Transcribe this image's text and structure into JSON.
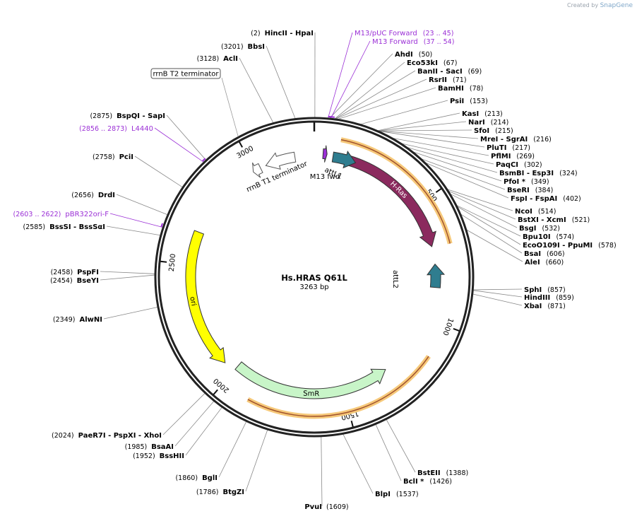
{
  "credit": {
    "prefix": "Created by",
    "brand": "SnapGene"
  },
  "plasmid": {
    "name": "Hs.HRAS Q61L",
    "length": "3263 bp"
  },
  "ticks": [
    {
      "bp": 500,
      "label": "500"
    },
    {
      "bp": 1000,
      "label": "1000"
    },
    {
      "bp": 1500,
      "label": "1500"
    },
    {
      "bp": 2000,
      "label": "2000"
    },
    {
      "bp": 2500,
      "label": "2500"
    },
    {
      "bp": 3000,
      "label": "3000"
    }
  ],
  "features": [
    {
      "name": "H-Ras",
      "start": 115,
      "end": 684,
      "dir": 1,
      "color": "#8b2a5e",
      "label_color": "#ffffff"
    },
    {
      "name": "attL1",
      "start": 80,
      "end": 180,
      "dir": 1,
      "color": "#2f7d8f",
      "label_color": "#000000"
    },
    {
      "name": "attL2",
      "start": 760,
      "end": 860,
      "dir": -1,
      "color": "#2f7d8f",
      "label_color": "#000000"
    },
    {
      "name": "M13 fwd",
      "start": 37,
      "end": 54,
      "dir": 1,
      "color": "#9b30d6",
      "label_color": "#000000"
    },
    {
      "name": "rrnB T1 terminator",
      "start": 3050,
      "end": 3180,
      "dir": -1,
      "color": "#ffffff",
      "label_color": "#000000"
    },
    {
      "name": "rrnB T2 terminator",
      "start": 2990,
      "end": 3025,
      "dir": -1,
      "color": "#ffffff",
      "label_color": "#000000"
    },
    {
      "name": "SmR",
      "start": 1290,
      "end": 2000,
      "dir": -1,
      "color": "#c8f5c8",
      "label_color": "#000000"
    },
    {
      "name": "ori",
      "start": 2050,
      "end": 2640,
      "dir": -1,
      "color": "#ffff00",
      "label_color": "#000000"
    }
  ],
  "sites": [
    {
      "bp": 2,
      "names": [
        "HincII",
        "HpaI"
      ],
      "pos": "(2)",
      "purple": false
    },
    {
      "bp": 3201,
      "names": [
        "BbsI"
      ],
      "pos": "(3201)",
      "purple": false
    },
    {
      "bp": 3128,
      "names": [
        "AclI"
      ],
      "pos": "(3128)",
      "purple": false
    },
    {
      "bp": 2875,
      "names": [
        "BspQI",
        "SapI"
      ],
      "pos": "(2875)",
      "purple": false
    },
    {
      "bp": 2865,
      "names": [
        "L4440"
      ],
      "pos": "(2856 .. 2873)",
      "purple": true
    },
    {
      "bp": 2758,
      "names": [
        "PciI"
      ],
      "pos": "(2758)",
      "purple": false
    },
    {
      "bp": 2656,
      "names": [
        "DrdI"
      ],
      "pos": "(2656)",
      "purple": false
    },
    {
      "bp": 2612,
      "names": [
        "pBR322ori-F"
      ],
      "pos": "(2603 .. 2622)",
      "purple": true
    },
    {
      "bp": 2585,
      "names": [
        "BssSI",
        "BssSαI"
      ],
      "pos": "(2585)",
      "purple": false
    },
    {
      "bp": 2458,
      "names": [
        "PspFI"
      ],
      "pos": "(2458)",
      "purple": false
    },
    {
      "bp": 2454,
      "names": [
        "BseYI"
      ],
      "pos": "(2454)",
      "purple": false
    },
    {
      "bp": 2349,
      "names": [
        "AlwNI"
      ],
      "pos": "(2349)",
      "purple": false
    },
    {
      "bp": 2024,
      "names": [
        "PaeR7I",
        "PspXI",
        "XhoI"
      ],
      "pos": "(2024)",
      "purple": false
    },
    {
      "bp": 1985,
      "names": [
        "BsaAI"
      ],
      "pos": "(1985)",
      "purple": false
    },
    {
      "bp": 1952,
      "names": [
        "BssHII"
      ],
      "pos": "(1952)",
      "purple": false
    },
    {
      "bp": 1860,
      "names": [
        "BglI"
      ],
      "pos": "(1860)",
      "purple": false
    },
    {
      "bp": 1786,
      "names": [
        "BtgZI"
      ],
      "pos": "(1786)",
      "purple": false
    },
    {
      "bp": 1609,
      "names": [
        "PvuI"
      ],
      "pos": "(1609)",
      "purple": false
    },
    {
      "bp": 1537,
      "names": [
        "BlpI"
      ],
      "pos": "(1537)",
      "purple": false
    },
    {
      "bp": 1426,
      "names": [
        "BclI *"
      ],
      "pos": "(1426)",
      "purple": false
    },
    {
      "bp": 1388,
      "names": [
        "BstEII"
      ],
      "pos": "(1388)",
      "purple": false
    },
    {
      "bp": 871,
      "names": [
        "XbaI"
      ],
      "pos": "(871)",
      "purple": false
    },
    {
      "bp": 859,
      "names": [
        "HindIII"
      ],
      "pos": "(859)",
      "purple": false
    },
    {
      "bp": 857,
      "names": [
        "SphI"
      ],
      "pos": "(857)",
      "purple": false
    },
    {
      "bp": 660,
      "names": [
        "AleI"
      ],
      "pos": "(660)",
      "purple": false
    },
    {
      "bp": 578,
      "names": [
        "EcoO109I",
        "PpuMI"
      ],
      "pos": "(578)",
      "purple": false
    },
    {
      "bp": 574,
      "names": [
        "Bpu10I"
      ],
      "pos": "(574)",
      "purple": false
    },
    {
      "bp": 606,
      "names": [
        "BsaI"
      ],
      "pos": "(606)",
      "purple": false
    },
    {
      "bp": 532,
      "names": [
        "BsgI"
      ],
      "pos": "(532)",
      "purple": false
    },
    {
      "bp": 521,
      "names": [
        "BstXI",
        "XcmI"
      ],
      "pos": "(521)",
      "purple": false
    },
    {
      "bp": 514,
      "names": [
        "NcoI"
      ],
      "pos": "(514)",
      "purple": false
    },
    {
      "bp": 402,
      "names": [
        "FspI",
        "FspAI"
      ],
      "pos": "(402)",
      "purple": false
    },
    {
      "bp": 384,
      "names": [
        "BseRI"
      ],
      "pos": "(384)",
      "purple": false
    },
    {
      "bp": 349,
      "names": [
        "PfoI *"
      ],
      "pos": "(349)",
      "purple": false
    },
    {
      "bp": 324,
      "names": [
        "BsmBI",
        "Esp3I"
      ],
      "pos": "(324)",
      "purple": false
    },
    {
      "bp": 302,
      "names": [
        "PaqCI"
      ],
      "pos": "(302)",
      "purple": false
    },
    {
      "bp": 269,
      "names": [
        "PflMI"
      ],
      "pos": "(269)",
      "purple": false
    },
    {
      "bp": 217,
      "names": [
        "PluTI"
      ],
      "pos": "(217)",
      "purple": false
    },
    {
      "bp": 216,
      "names": [
        "MreI",
        "SgrAI"
      ],
      "pos": "(216)",
      "purple": false
    },
    {
      "bp": 215,
      "names": [
        "SfoI"
      ],
      "pos": "(215)",
      "purple": false
    },
    {
      "bp": 214,
      "names": [
        "NarI"
      ],
      "pos": "(214)",
      "purple": false
    },
    {
      "bp": 213,
      "names": [
        "KasI"
      ],
      "pos": "(213)",
      "purple": false
    },
    {
      "bp": 153,
      "names": [
        "PsiI"
      ],
      "pos": "(153)",
      "purple": false
    },
    {
      "bp": 78,
      "names": [
        "BamHI"
      ],
      "pos": "(78)",
      "purple": false
    },
    {
      "bp": 71,
      "names": [
        "RsrII"
      ],
      "pos": "(71)",
      "purple": false
    },
    {
      "bp": 69,
      "names": [
        "BanII",
        "SacI"
      ],
      "pos": "(69)",
      "purple": false
    },
    {
      "bp": 67,
      "names": [
        "Eco53kI"
      ],
      "pos": "(67)",
      "purple": false
    },
    {
      "bp": 50,
      "names": [
        "AhdI"
      ],
      "pos": "(50)",
      "purple": false
    },
    {
      "bp": 54,
      "names": [
        "M13 Forward"
      ],
      "pos": "(37 .. 54)",
      "purple": true
    },
    {
      "bp": 45,
      "names": [
        "M13/pUC Forward"
      ],
      "pos": "(23 .. 45)",
      "purple": true
    }
  ]
}
